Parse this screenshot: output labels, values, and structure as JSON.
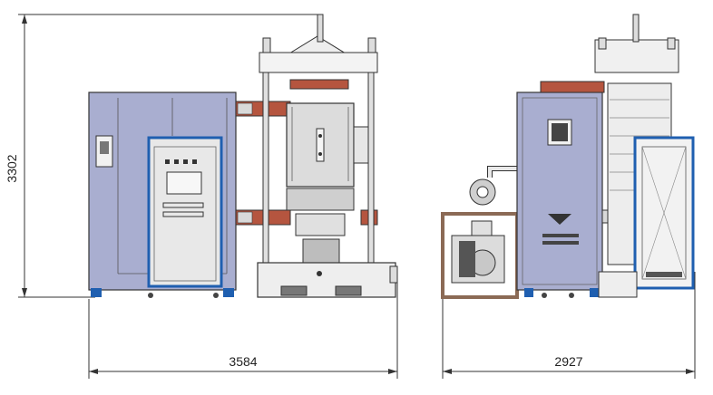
{
  "dimensions": {
    "height_label": "3302",
    "front_width_label": "3584",
    "side_width_label": "2927"
  },
  "colors": {
    "cabinet": "#a9aed0",
    "cabinet_dark": "#8a90b8",
    "panel_light": "#e6e6e6",
    "panel_border": "#1f5fb0",
    "copper": "#b5553f",
    "brown_frame": "#8b6a55",
    "steel": "#cfcfcf",
    "chamber": "#d9d9d9"
  }
}
